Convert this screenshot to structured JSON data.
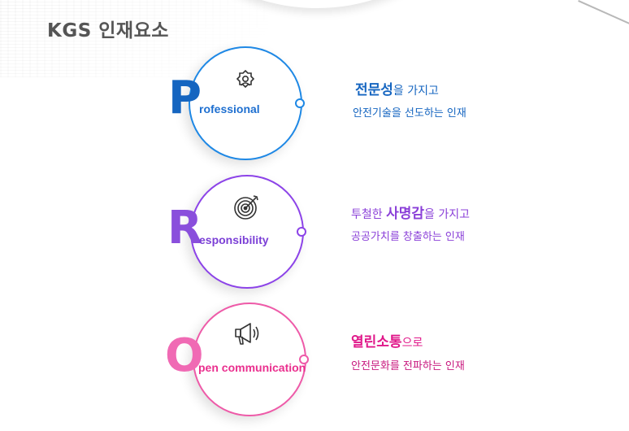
{
  "page": {
    "title": "KGS 인재요소"
  },
  "items": [
    {
      "letter": "P",
      "word": "rofessional",
      "icon": "gear-person-icon",
      "desc_em": "전문성",
      "desc_rest": "을 가지고",
      "desc_line2": "안전기술을 선도하는 인재",
      "color": "#1e88e5"
    },
    {
      "letter": "R",
      "word": "esponsibility",
      "icon": "target-icon",
      "desc_pre": "투철한 ",
      "desc_em": "사명감",
      "desc_rest": "을 가지고",
      "desc_line2": "공공가치를 창출하는 인재",
      "color": "#8c43e8"
    },
    {
      "letter": "O",
      "word": "pen communication",
      "icon": "megaphone-icon",
      "desc_em": "열린소통",
      "desc_rest": "으로",
      "desc_line2": "안전문화를 전파하는 인재",
      "color": "#ee5aa8"
    }
  ]
}
